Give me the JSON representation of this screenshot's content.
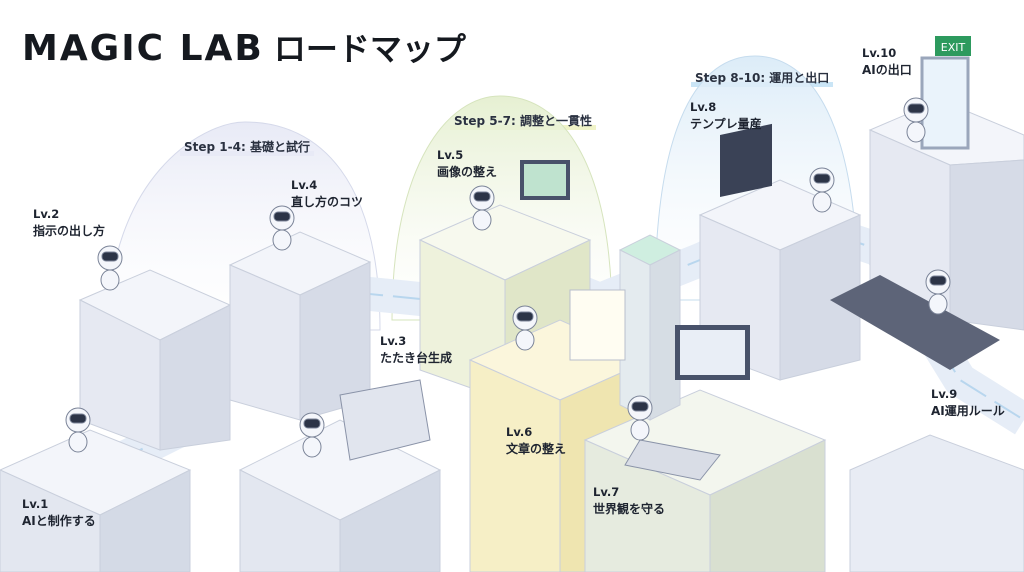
{
  "title": {
    "brand": "MAGIC  LAB",
    "suffix": "ロードマップ"
  },
  "steps": [
    {
      "label": "Step 1-4: 基礎と試行",
      "color": "#b9bde8"
    },
    {
      "label": "Step 5-7: 調整と一貫性",
      "color": "#e3ea9a"
    },
    {
      "label": "Step 8-10: 運用と出口",
      "color": "#9fd0ee"
    }
  ],
  "levels": [
    {
      "num": "Lv.1",
      "name": "AIと制作する"
    },
    {
      "num": "Lv.2",
      "name": "指示の出し方"
    },
    {
      "num": "Lv.3",
      "name": "たたき台生成"
    },
    {
      "num": "Lv.4",
      "name": "直し方のコツ"
    },
    {
      "num": "Lv.5",
      "name": "画像の整え"
    },
    {
      "num": "Lv.6",
      "name": "文章の整え"
    },
    {
      "num": "Lv.7",
      "name": "世界観を守る"
    },
    {
      "num": "Lv.8",
      "name": "テンプレ量産"
    },
    {
      "num": "Lv.9",
      "name": "AI運用ルール"
    },
    {
      "num": "Lv.10",
      "name": "AIの出口"
    }
  ],
  "exit_sign": "EXIT"
}
